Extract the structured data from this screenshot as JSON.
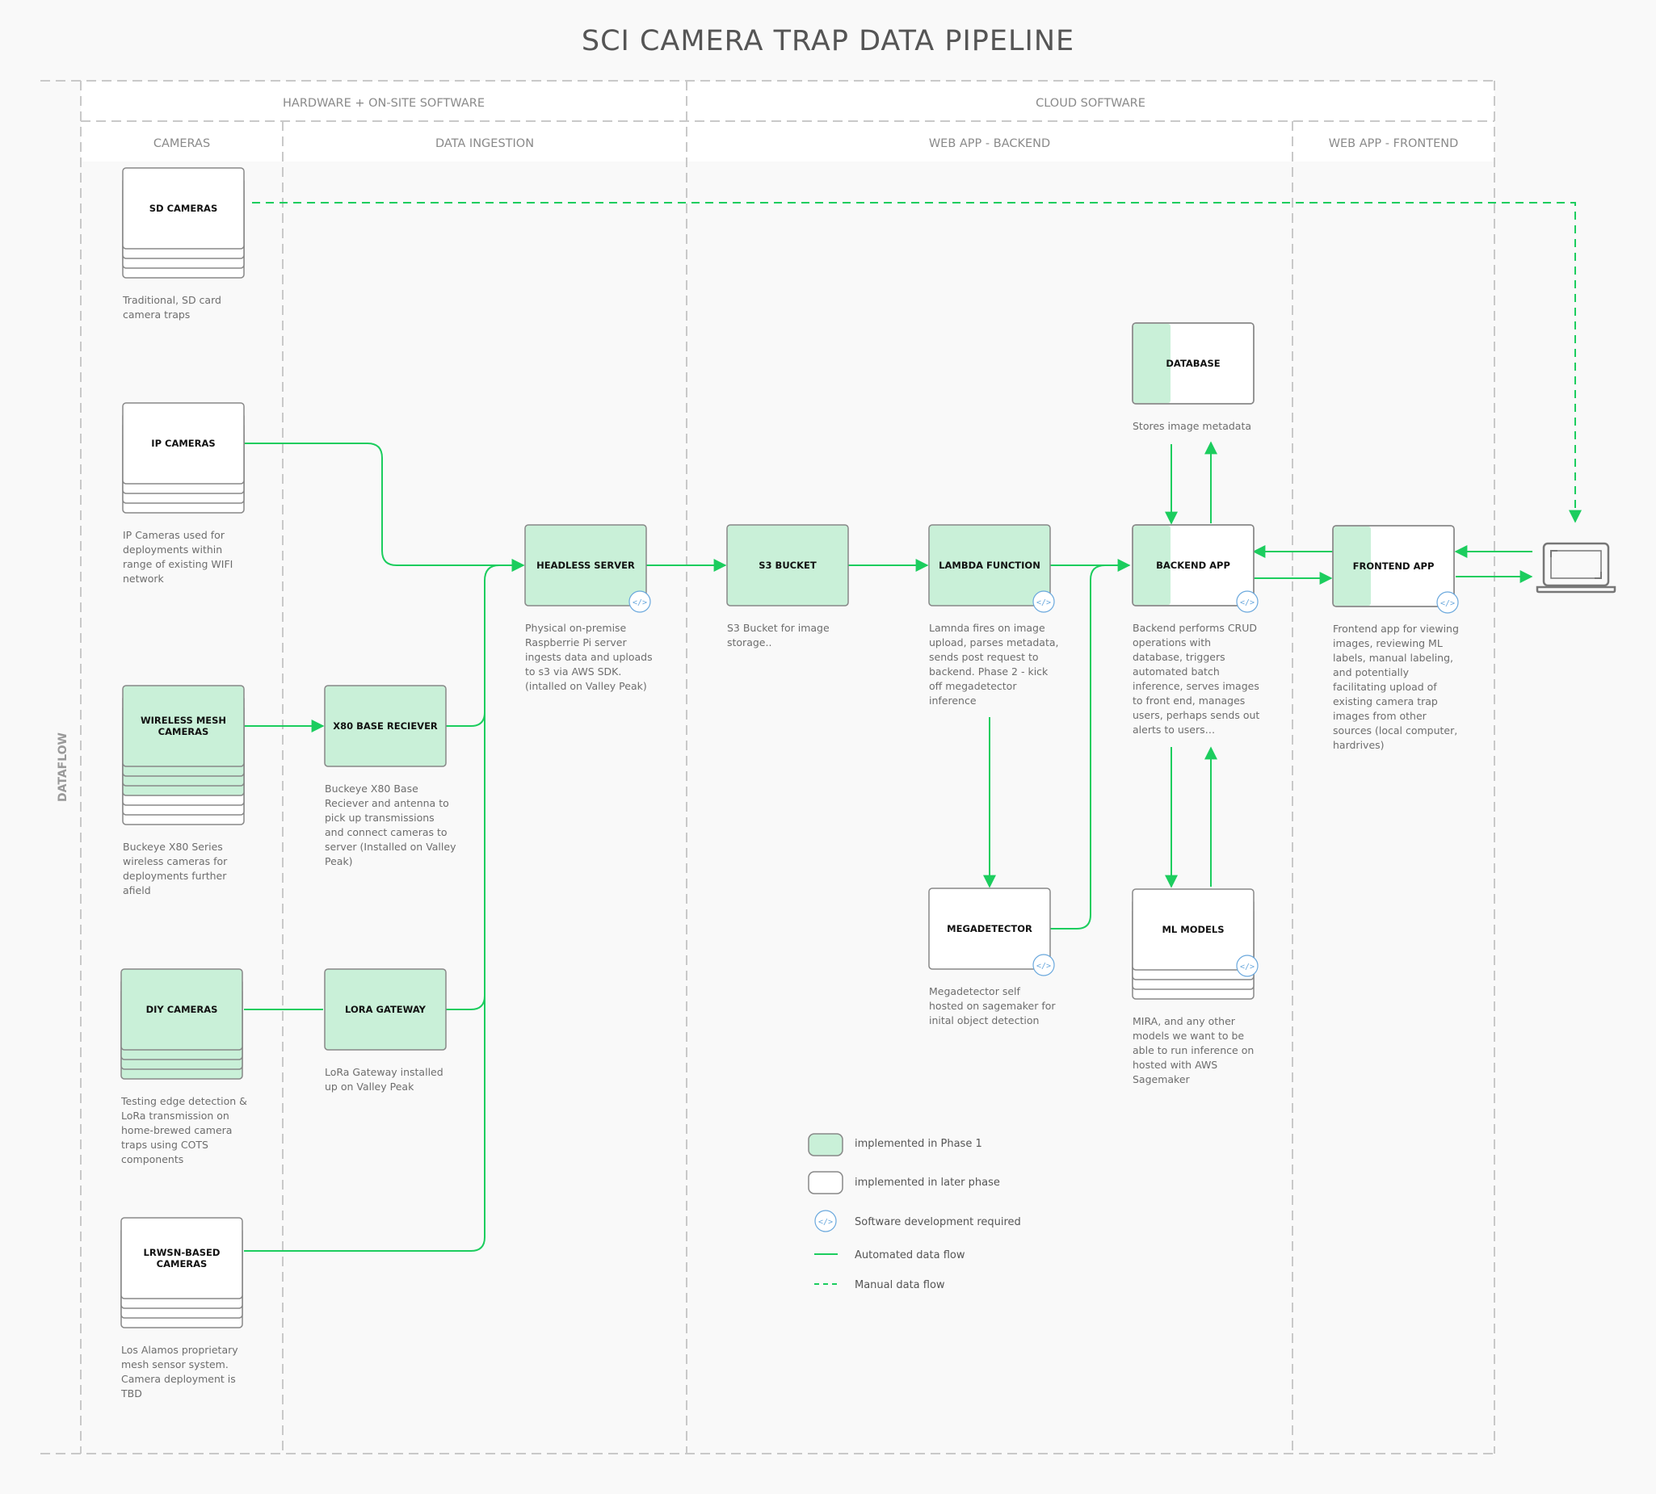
{
  "title": "SCI CAMERA TRAP DATA PIPELINE",
  "side_label": "DATAFLOW",
  "colors": {
    "green": "#1ccd5e",
    "fill_phase1": "#c9f0d8",
    "border": "#888888",
    "code_icon": "#6aa8dd",
    "dashed_line": "#c9c9c9"
  },
  "sections": [
    {
      "id": "hw",
      "label": "HARDWARE + ON-SITE SOFTWARE"
    },
    {
      "id": "cloud",
      "label": "CLOUD SOFTWARE"
    }
  ],
  "columns": [
    {
      "id": "cameras",
      "label": "CAMERAS"
    },
    {
      "id": "ingest",
      "label": "DATA INGESTION"
    },
    {
      "id": "backend",
      "label": "WEB APP - BACKEND"
    },
    {
      "id": "frontend",
      "label": "WEB APP - FRONTEND"
    }
  ],
  "nodes": [
    {
      "id": "sd",
      "label": [
        "SD CAMERAS"
      ],
      "desc": [
        "Traditional, SD card",
        "camera traps"
      ],
      "phase": "later",
      "code": false,
      "stack": 3
    },
    {
      "id": "ip",
      "label": [
        "IP CAMERAS"
      ],
      "desc": [
        "IP Cameras used for",
        "deployments within",
        "range of existing WIFI",
        "network"
      ],
      "phase": "later",
      "code": false,
      "stack": 3
    },
    {
      "id": "wireless",
      "label": [
        "WIRELESS MESH",
        "CAMERAS"
      ],
      "desc": [
        "Buckeye X80 Series",
        "wireless cameras for",
        "deployments further",
        "afield"
      ],
      "phase": "1",
      "code": false,
      "stack": 6
    },
    {
      "id": "diy",
      "label": [
        "DIY CAMERAS"
      ],
      "desc": [
        "Testing edge detection &",
        "LoRa transmission on",
        "home-brewed camera",
        "traps using COTS",
        "components"
      ],
      "phase": "1",
      "code": false,
      "stack": 3
    },
    {
      "id": "lrwsn",
      "label": [
        "LRWSN-BASED",
        "CAMERAS"
      ],
      "desc": [
        "Los Alamos proprietary",
        "mesh sensor system.",
        "Camera deployment is",
        "TBD"
      ],
      "phase": "later",
      "code": false,
      "stack": 3
    },
    {
      "id": "x80",
      "label": [
        "X80 BASE RECIEVER"
      ],
      "desc": [
        "Buckeye X80 Base",
        "Reciever and antenna to",
        "pick up transmissions",
        "and connect cameras to",
        "server (Installed on Valley",
        "Peak)"
      ],
      "phase": "1",
      "code": false,
      "stack": 0
    },
    {
      "id": "lora",
      "label": [
        "LORA  GATEWAY"
      ],
      "desc": [
        "LoRa Gateway installed",
        "up on Valley Peak"
      ],
      "phase": "1",
      "code": false,
      "stack": 0
    },
    {
      "id": "headless",
      "label": [
        "HEADLESS SERVER"
      ],
      "desc": [
        "Physical on-premise",
        "Raspberrie Pi server",
        "ingests data and uploads",
        "to s3 via AWS SDK.",
        "(intalled on Valley Peak)"
      ],
      "phase": "1",
      "code": true,
      "stack": 0
    },
    {
      "id": "s3",
      "label": [
        "S3 BUCKET"
      ],
      "desc": [
        "S3 Bucket for image",
        "storage.."
      ],
      "phase": "1",
      "code": false,
      "stack": 0
    },
    {
      "id": "lambda",
      "label": [
        "LAMBDA FUNCTION"
      ],
      "desc": [
        "Lamnda fires on image",
        "upload, parses metadata,",
        "sends post request to",
        "backend. Phase 2 - kick",
        "off megadetector",
        "inference"
      ],
      "phase": "1",
      "code": true,
      "stack": 0
    },
    {
      "id": "database",
      "label": [
        "DATABASE"
      ],
      "desc": [
        "Stores image metadata"
      ],
      "phase": "partial",
      "code": false,
      "stack": 0
    },
    {
      "id": "backend",
      "label": [
        "BACKEND APP"
      ],
      "desc": [
        "Backend performs CRUD",
        "operations with",
        "database, triggers",
        "automated batch",
        "inference, serves images",
        "to front end, manages",
        "users, perhaps sends out",
        "alerts to users…"
      ],
      "phase": "partial",
      "code": true,
      "stack": 0
    },
    {
      "id": "frontend",
      "label": [
        "FRONTEND APP"
      ],
      "desc": [
        "Frontend app for viewing",
        "images, reviewing ML",
        "labels, manual labeling,",
        "and potentially",
        "facilitating upload of",
        "existing camera trap",
        "images from other",
        "sources (local computer,",
        "hardrives)"
      ],
      "phase": "partial",
      "code": true,
      "stack": 0
    },
    {
      "id": "megadetector",
      "label": [
        "MEGADETECTOR"
      ],
      "desc": [
        "Megadetector self",
        "hosted on sagemaker for",
        "inital object detection"
      ],
      "phase": "later",
      "code": true,
      "stack": 0
    },
    {
      "id": "mlmodels",
      "label": [
        "ML MODELS"
      ],
      "desc": [
        "MIRA, and any other",
        "models we want to be",
        "able to run inference on",
        "hosted with AWS",
        "Sagemaker"
      ],
      "phase": "later",
      "code": true,
      "stack": 3
    }
  ],
  "legend": {
    "phase1": "implemented in Phase 1",
    "later": "implemented in later phase",
    "code": "Software development required",
    "automated": "Automated data flow",
    "manual": "Manual data flow"
  },
  "code_symbol": "</>",
  "laptop_icon": "laptop-icon"
}
